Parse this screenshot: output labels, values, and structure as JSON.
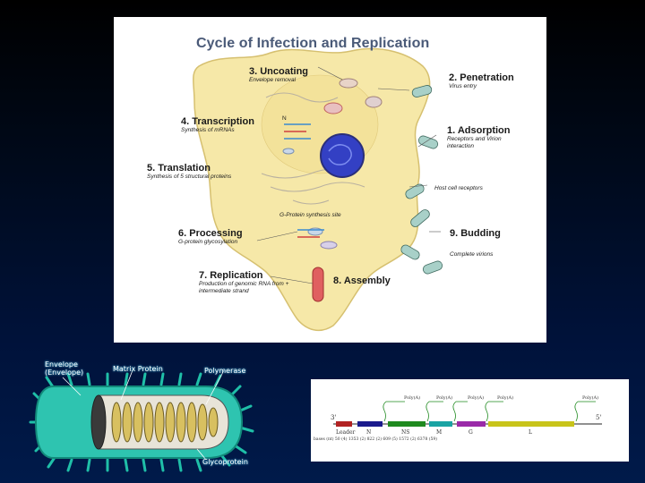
{
  "cycle_diagram": {
    "title": "Cycle of Infection and Replication",
    "steps": [
      {
        "title": "3. Uncoating",
        "desc": "Envelope removal"
      },
      {
        "title": "2. Penetration",
        "desc": "Virus entry"
      },
      {
        "title": "4. Transcription",
        "desc": "Synthesis of mRNAs"
      },
      {
        "title": "1. Adsorption",
        "desc": "Receptors and Virion interaction"
      },
      {
        "title": "5. Translation",
        "desc": "Synthesis of 5 structural proteins"
      },
      {
        "title": "6. Processing",
        "desc": "G-protein glycosylation"
      },
      {
        "title": "9. Budding",
        "desc": "Complete virions"
      },
      {
        "title": "7. Replication",
        "desc": "Production of genomic RNA from + intermediate strand"
      },
      {
        "title": "8. Assembly",
        "desc": ""
      }
    ],
    "labels": {
      "host_receptors": "Host cell receptors",
      "g_protein_site": "G-Protein synthesis site",
      "n_label": "N"
    }
  },
  "virion": {
    "labels": {
      "envelope": "Envelope (Envelope)",
      "matrix": "Matrix Protein",
      "polymerase": "Polymerase",
      "glycoprotein": "Glycoprotein"
    }
  },
  "genome_map": {
    "end3": "3'",
    "end5": "5'",
    "polya": [
      "Poly(A)",
      "Poly(A)",
      "Poly(A)",
      "Poly(A)",
      "Poly(A)"
    ],
    "genes": [
      "Leader",
      "N",
      "NS",
      "M",
      "G",
      "L"
    ],
    "gene_colors": [
      "#b22222",
      "#1a1a8c",
      "#1f8a1f",
      "#1aa3a3",
      "#9a2aa8",
      "#c8c41a"
    ],
    "lengths": "bases (nt)  50  (4)  1353  (2)  822  (2)  609  (5)  1572  (2)  6378  (59)"
  }
}
